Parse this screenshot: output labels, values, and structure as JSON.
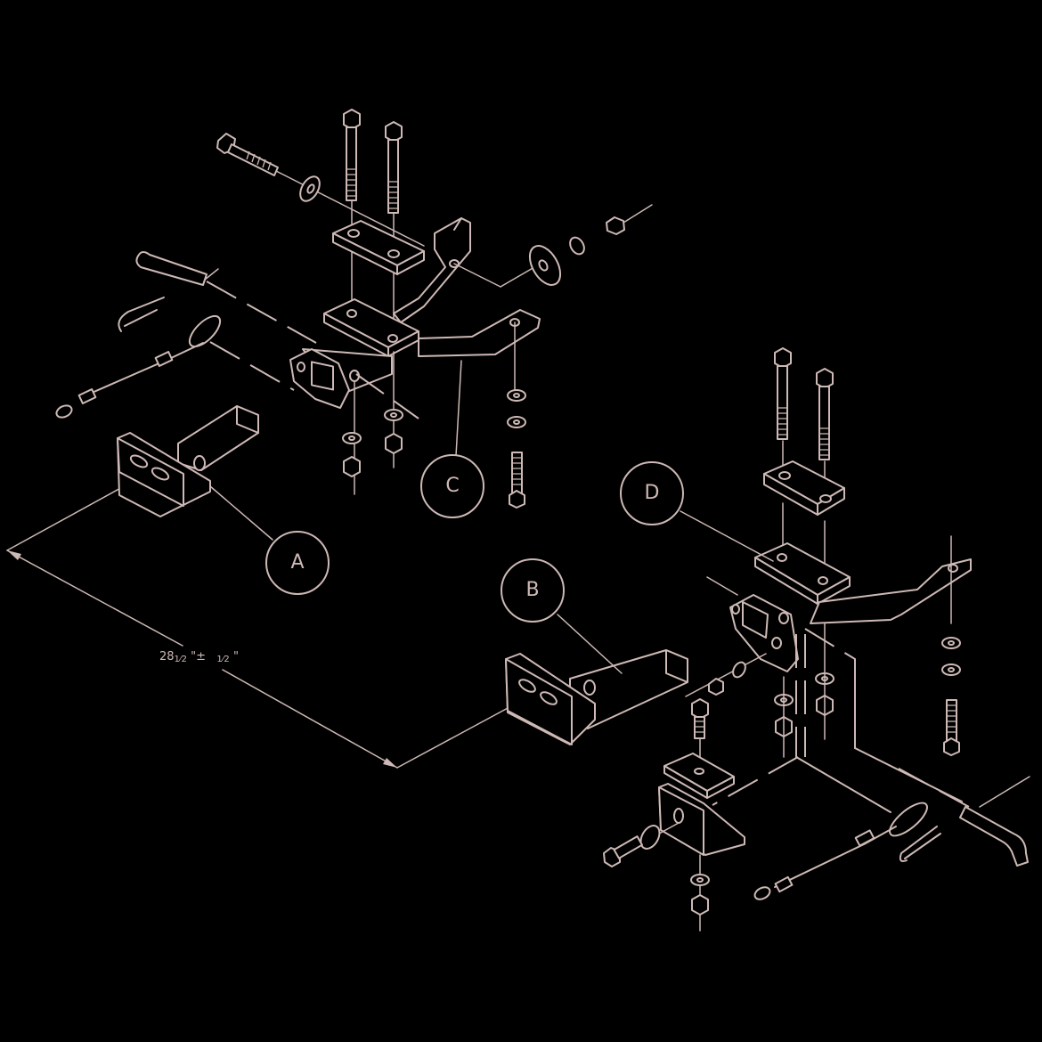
{
  "diagram": {
    "background": "#000000",
    "line_color": "#cdb9b5",
    "callouts": [
      {
        "id": "A",
        "label": "A"
      },
      {
        "id": "B",
        "label": "B"
      },
      {
        "id": "C",
        "label": "C"
      },
      {
        "id": "D",
        "label": "D"
      }
    ],
    "dimension": {
      "whole": "28",
      "fraction": "1⁄2",
      "unit_mark": "\"",
      "tolerance_sign": "±",
      "tolerance_fraction": "1⁄2",
      "tolerance_unit_mark": "\""
    }
  }
}
